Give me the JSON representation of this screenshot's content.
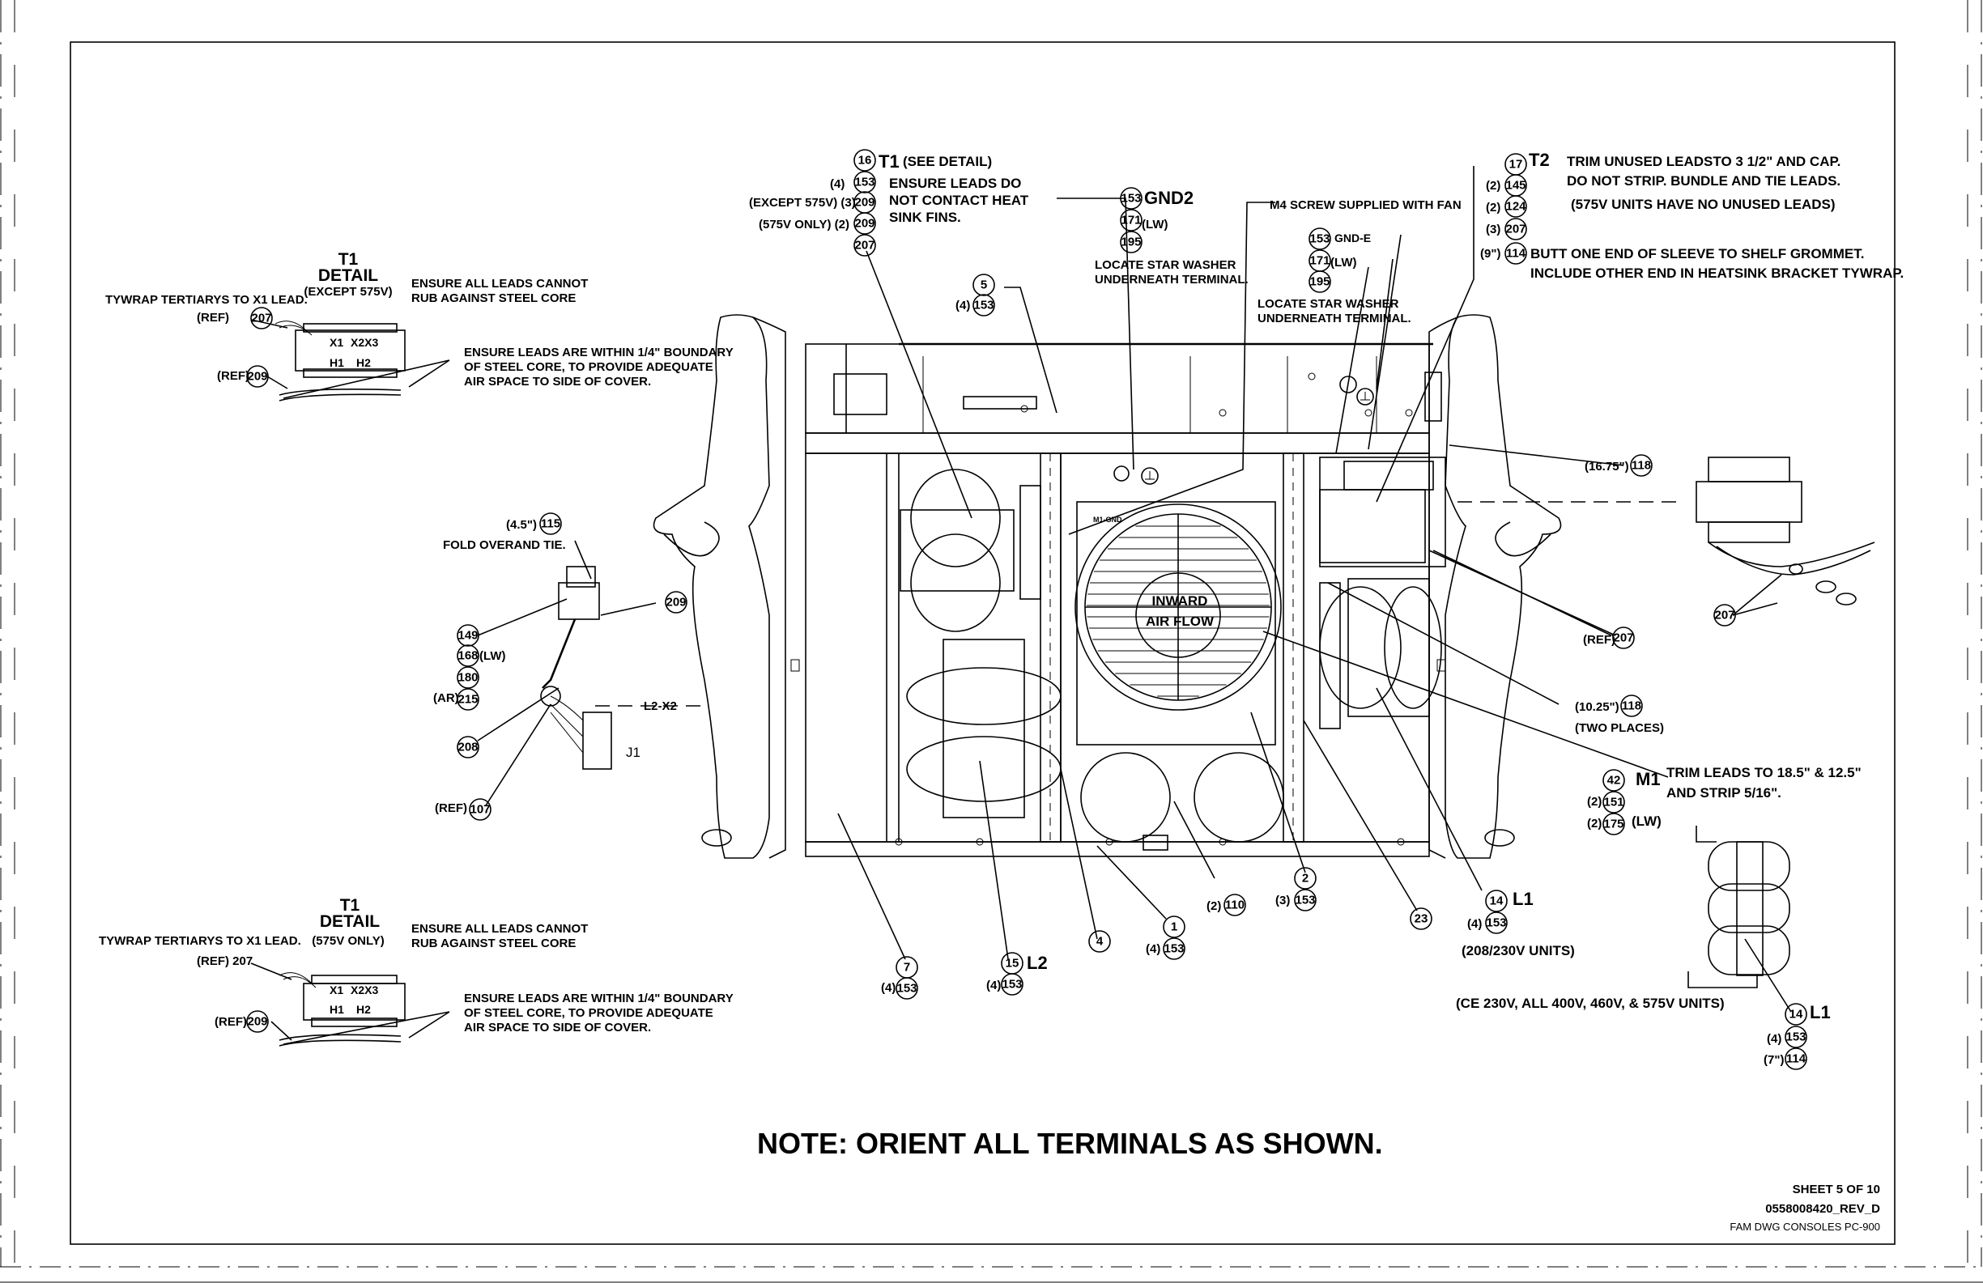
{
  "note": "NOTE:  ORIENT ALL TERMINALS AS SHOWN.",
  "title_block": {
    "sheet": "SHEET 5 OF 10",
    "drawing_no": "0558008420_REV_D",
    "name": "FAM DWG CONSOLES PC-900"
  },
  "center": {
    "inward": "INWARD",
    "air_flow": "AIR FLOW"
  },
  "t1_top": {
    "t1": "T1",
    "detail": "DETAIL",
    "variant": "(EXCEPT 575V)",
    "tywrap": "TYWRAP TERTIARYS TO X1 LEAD.",
    "ref_a": "(REF)",
    "num_a": "207",
    "ref_b": "(REF)",
    "num_b": "209",
    "rub_1": "ENSURE ALL LEADS CANNOT",
    "rub_2": "RUB AGAINST STEEL CORE",
    "bound_1": "ENSURE LEADS ARE WITHIN 1/4\" BOUNDARY",
    "bound_2": "OF STEEL CORE, TO PROVIDE ADEQUATE",
    "bound_3": "AIR SPACE TO SIDE OF COVER.",
    "x1": "X1",
    "x2x3": "X2X3",
    "h1": "H1",
    "h2": "H2"
  },
  "t1_bottom": {
    "t1": "T1",
    "detail": "DETAIL",
    "variant": "(575V ONLY)",
    "tywrap": "TYWRAP TERTIARYS TO X1 LEAD.",
    "ref_a": "(REF)  207",
    "ref_b": "(REF)",
    "num_b": "209",
    "rub_1": "ENSURE ALL LEADS CANNOT",
    "rub_2": "RUB AGAINST STEEL CORE",
    "bound_1": "ENSURE LEADS ARE WITHIN 1/4\" BOUNDARY",
    "bound_2": "OF STEEL CORE, TO PROVIDE ADEQUATE",
    "bound_3": "AIR SPACE TO SIDE OF COVER.",
    "x1": "X1",
    "x2x3": "X2X3",
    "h1": "H1",
    "h2": "H2"
  },
  "t1_callout": {
    "num": "16",
    "label": "T1",
    "see": "(SEE DETAIL)",
    "q1": "(4)",
    "n1": "153",
    "line1": "ENSURE LEADS DO",
    "q2": "(EXCEPT 575V)  (3)",
    "n2": "209",
    "line2": "NOT CONTACT HEAT",
    "q3": "(575V ONLY)  (2)",
    "n3": "209",
    "line3": "SINK FINS.",
    "n4": "207"
  },
  "gnd2": {
    "n1": "153",
    "label": "GND2",
    "n2": "171",
    "lw": "(LW)",
    "n3": "195",
    "note1": "LOCATE STAR WASHER",
    "note2": "UNDERNEATH TERMINAL."
  },
  "m4": {
    "text": "M4 SCREW SUPPLIED WITH FAN",
    "n1": "153",
    "gnde": "GND-E",
    "n2": "171",
    "lw": "(LW)",
    "n3": "195",
    "note1": "LOCATE STAR WASHER",
    "note2": "UNDERNEATH TERMINAL.",
    "tag": "M1-GND"
  },
  "t2": {
    "num": "17",
    "label": "T2",
    "trim1": "TRIM UNUSED LEADSTO 3 1/2\" AND CAP.",
    "trim2": "DO NOT STRIP.  BUNDLE AND TIE LEADS.",
    "trim3": "(575V UNITS HAVE NO UNUSED LEADS)",
    "q1": "(2)",
    "n1": "145",
    "q2": "(2)",
    "n2": "124",
    "q3": "(3)",
    "n3": "207",
    "q4": "(9\")",
    "n4": "114",
    "butt1": "BUTT ONE END OF SLEEVE TO SHELF GROMMET.",
    "butt2": "INCLUDE OTHER END IN HEATSINK BRACKET TYWRAP."
  },
  "item5": {
    "num": "5",
    "q": "(4)",
    "n": "153"
  },
  "item118a": {
    "q": "(16.75\")",
    "n": "118"
  },
  "item207r": {
    "q": "(REF)",
    "n": "207"
  },
  "item207far": {
    "n": "207"
  },
  "item118b": {
    "q": "(10.25\")",
    "n": "118",
    "note": "(TWO PLACES)"
  },
  "m1": {
    "num": "42",
    "label": "M1",
    "trim1": "TRIM LEADS TO 18.5\" & 12.5\"",
    "trim2": "AND STRIP 5/16\".",
    "q1": "(2)",
    "n1": "151",
    "q2": "(2)",
    "n2": "175",
    "lw": "(LW)"
  },
  "l1": {
    "num": "14",
    "label": "L1",
    "q": "(4)",
    "n": "153",
    "units": "(208/230V UNITS)"
  },
  "l1b": {
    "units": "(CE 230V, ALL 400V, 460V, & 575V UNITS)",
    "num": "14",
    "label": "L1",
    "q1": "(4)",
    "n1": "153",
    "q2": "(7\")",
    "n2": "114"
  },
  "left_assy": {
    "q115": "(4.5\")",
    "n115": "115",
    "fold": "FOLD OVERAND TIE.",
    "n209": "209",
    "n149": "149",
    "n168": "168",
    "lw": "(LW)",
    "n180": "180",
    "ar": "(AR)",
    "n215": "215",
    "n208": "208",
    "ref": "(REF)",
    "n107": "107",
    "l2x2": "L2-X2",
    "j1": "J1"
  },
  "bottom": {
    "n7": "7",
    "q7": "(4)",
    "n7b": "153",
    "n15": "15",
    "l2": "L2",
    "q15": "(4)",
    "n15b": "153",
    "n4": "4",
    "n1": "1",
    "q1": "(4)",
    "n1b": "153",
    "q110": "(2)",
    "n110": "110",
    "n2": "2",
    "q2": "(3)",
    "n2b": "153",
    "n23": "23"
  }
}
